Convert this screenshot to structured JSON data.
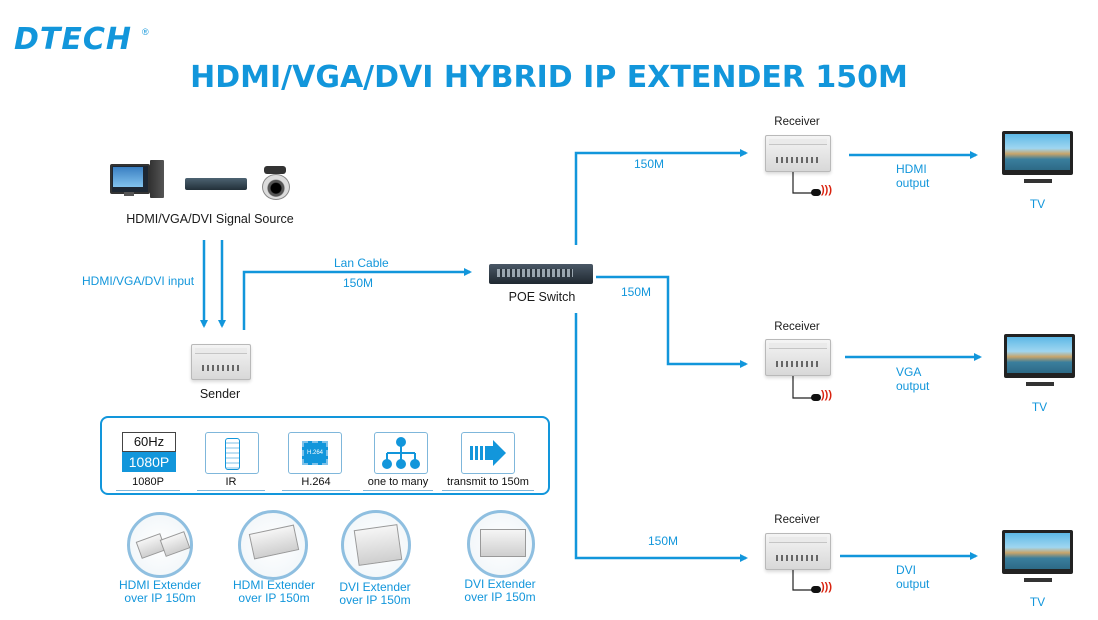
{
  "header": {
    "logo_text": "DTECH",
    "logo_mark": "®",
    "title": "HDMI/VGA/DVI HYBRID IP EXTENDER 150M"
  },
  "colors": {
    "accent": "#1296db",
    "dark_text": "#1a1a1a"
  },
  "source": {
    "label": "HDMI/VGA/DVI Signal Source",
    "icons": [
      "desktop-computer-icon",
      "dvd-player-icon",
      "camera-icon"
    ]
  },
  "input_label": "HDMI/VGA/DVI input",
  "sender_label": "Sender",
  "lan": {
    "cable_label": "Lan Cable",
    "length_label": "150M"
  },
  "switch_label": "POE Switch",
  "branches": [
    {
      "length_label": "150M",
      "receiver_label": "Receiver",
      "output_label_1": "HDMI",
      "output_label_2": "output",
      "tv_label": "TV"
    },
    {
      "length_label": "150M",
      "receiver_label": "Receiver",
      "output_label_1": "VGA",
      "output_label_2": "output",
      "tv_label": "TV"
    },
    {
      "length_label": "150M",
      "receiver_label": "Receiver",
      "output_label_1": "DVI",
      "output_label_2": "output",
      "tv_label": "TV"
    }
  ],
  "features": [
    {
      "icon": "resolution-badge-icon",
      "badge_top": "60Hz",
      "badge_bottom": "1080P",
      "label": "1080P"
    },
    {
      "icon": "ir-remote-icon",
      "label": "IR"
    },
    {
      "icon": "chip-icon",
      "chip_text": "H.264",
      "label": "H.264"
    },
    {
      "icon": "network-tree-icon",
      "label": "one to many"
    },
    {
      "icon": "forward-arrow-icon",
      "label": "transmit to 150m"
    }
  ],
  "products": [
    {
      "line1": "HDMI Extender",
      "line2": "over IP 150m"
    },
    {
      "line1": "HDMI Extender",
      "line2": "over IP 150m"
    },
    {
      "line1": "DVI Extender",
      "line2": "over IP 150m"
    },
    {
      "line1": "DVI Extender",
      "line2": "over IP 150m"
    }
  ]
}
